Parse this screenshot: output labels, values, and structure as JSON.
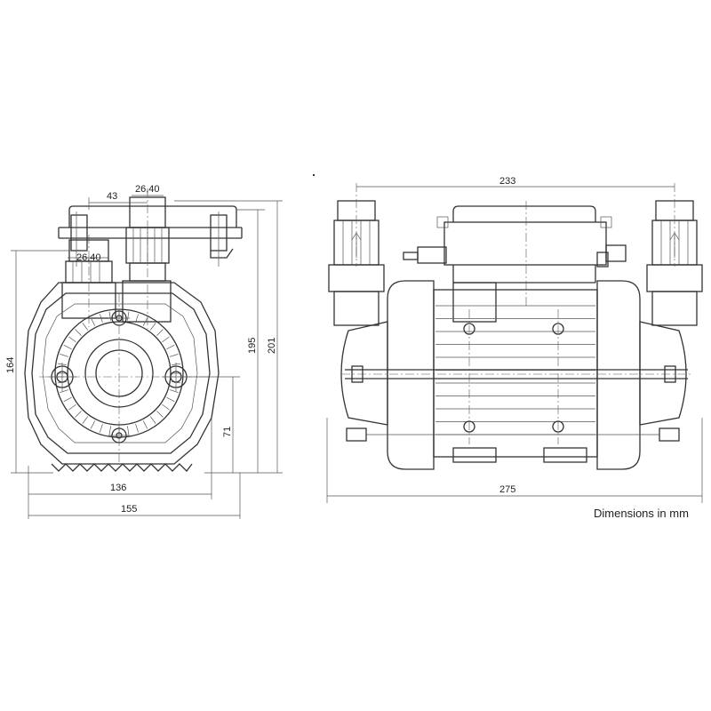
{
  "note": "Dimensions in mm",
  "front_view": {
    "dims": {
      "offset_43": "43",
      "thread_upper": "26,40",
      "thread_lower": "26,40",
      "height_164": "164",
      "height_195": "195",
      "height_201": "201",
      "centre_71": "71",
      "width_136": "136",
      "width_155": "155"
    }
  },
  "side_view": {
    "dims": {
      "centres_233": "233",
      "length_275": "275"
    }
  },
  "colors": {
    "line": "#333333",
    "background": "#ffffff"
  }
}
